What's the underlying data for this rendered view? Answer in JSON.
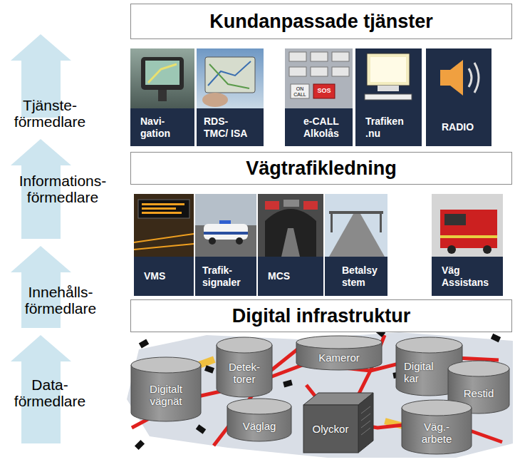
{
  "diagram": {
    "nodes": [
      {
        "text": [
          "Kundanpassade tjänster"
        ]
      },
      {
        "text": [
          "Navi- gation"
        ]
      },
      {
        "text": [
          "RDS- TMC/ ISA"
        ]
      },
      {
        "text": [
          "e-CALL Alkolås"
        ]
      },
      {
        "text": [
          "Trafiken .nu"
        ]
      },
      {
        "text": [
          "RADIO"
        ]
      },
      {
        "text": [
          "Vägtrafikledning"
        ]
      },
      {
        "text": [
          "VMS"
        ]
      },
      {
        "text": [
          "Trafik- signaler"
        ]
      },
      {
        "text": [
          "MCS"
        ]
      },
      {
        "text": [
          "Betalsy stem"
        ]
      },
      {
        "text": [
          "Väg Assistans"
        ]
      },
      {
        "text": [
          "Digital infrastruktur"
        ]
      },
      {
        "text": [
          "Digitalt vägnät"
        ]
      },
      {
        "text": [
          "Detek- torer"
        ]
      },
      {
        "text": [
          "Kameror"
        ]
      },
      {
        "text": [
          "Digital kar"
        ]
      },
      {
        "text": [
          "Restid"
        ]
      },
      {
        "text": [
          "Väglag"
        ]
      },
      {
        "text": [
          "Olyckor"
        ]
      },
      {
        "text": [
          "Väg.- arbete"
        ]
      }
    ],
    "labels": [
      "Tjänste- förmedlare",
      "Informations- förmedlare",
      "Innehålls- förmedlare",
      "Data- förmedlare",
      "ON CALL",
      "SOS"
    ]
  }
}
